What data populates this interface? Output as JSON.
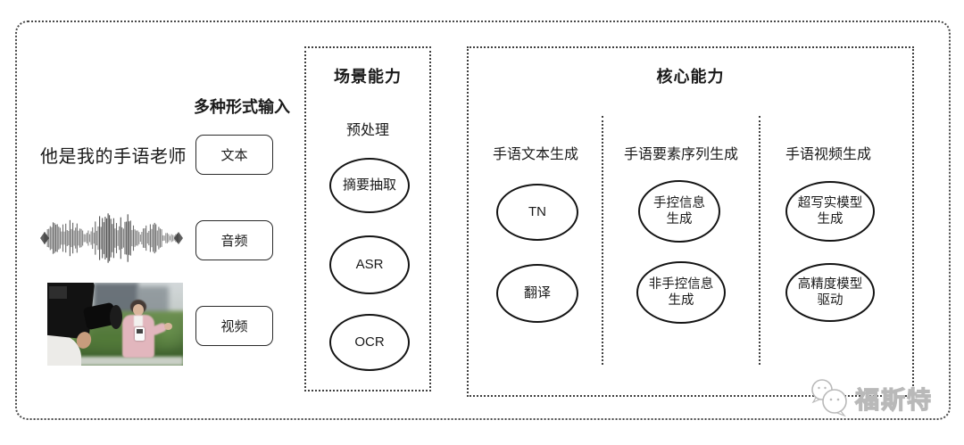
{
  "colors": {
    "ink": "#1a1a1a",
    "node_border": "#141414",
    "dotted_border": "#3f3f3f",
    "watermark_gray": "#b9b9b9"
  },
  "input_section": {
    "heading": "多种形式输入",
    "sample_text": "他是我的手语老师",
    "items": [
      {
        "label": "文本"
      },
      {
        "label": "音频"
      },
      {
        "label": "视频"
      }
    ]
  },
  "scene_box": {
    "title": "场景能力",
    "subtitle": "预处理",
    "nodes": [
      {
        "label": "摘要抽取"
      },
      {
        "label": "ASR"
      },
      {
        "label": "OCR"
      }
    ]
  },
  "core_box": {
    "title": "核心能力",
    "columns": [
      {
        "header": "手语文本生成",
        "nodes": [
          {
            "label": "TN"
          },
          {
            "label": "翻译"
          }
        ]
      },
      {
        "header": "手语要素序列生成",
        "nodes": [
          {
            "label": "手控信息\n生成"
          },
          {
            "label": "非手控信息\n生成"
          }
        ]
      },
      {
        "header": "手语视频生成",
        "nodes": [
          {
            "label": "超写实模型\n生成"
          },
          {
            "label": "高精度模型\n驱动"
          }
        ]
      }
    ]
  },
  "watermark": {
    "text": "福斯特"
  }
}
